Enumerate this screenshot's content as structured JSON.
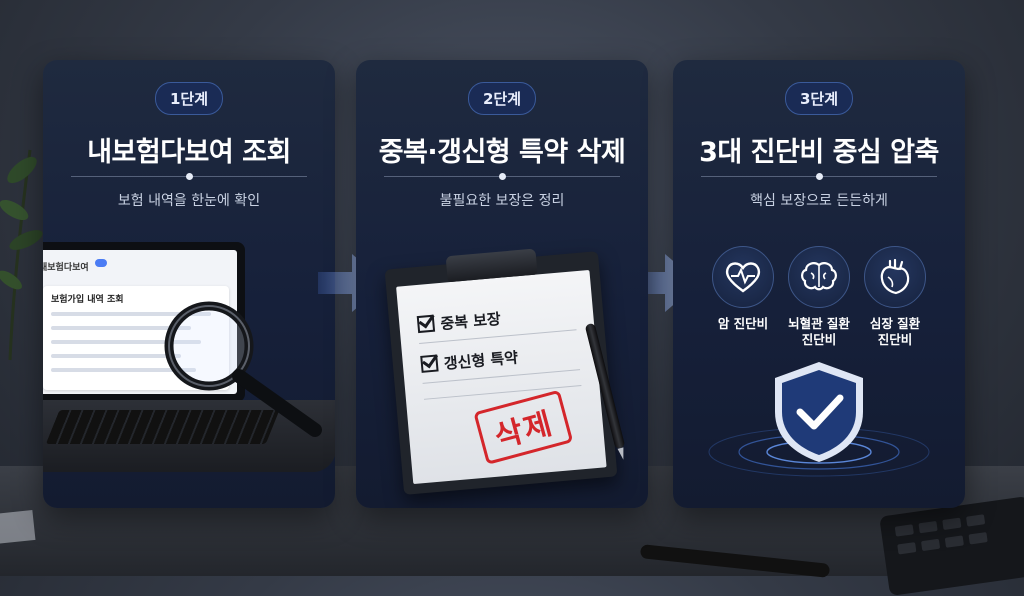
{
  "steps": [
    {
      "badge": "1단계",
      "title": "내보험다보여 조회",
      "subtitle": "보험 내역을 한눈에 확인",
      "laptop": {
        "app_header": "내보험다보여",
        "screen_title": "보험가입 내역 조회"
      }
    },
    {
      "badge": "2단계",
      "title": "중복·갱신형 특약 삭제",
      "subtitle": "불필요한 보장은 정리",
      "checklist": [
        "중복 보장",
        "갱신형 특약"
      ],
      "stamp": "삭제"
    },
    {
      "badge": "3단계",
      "title": "3대 진단비 중심 압축",
      "subtitle": "핵심 보장으로 든든하게",
      "items": [
        {
          "icon": "heart-icon",
          "line1": "암 진단비",
          "line2": ""
        },
        {
          "icon": "brain-icon",
          "line1": "뇌혈관 질환",
          "line2": "진단비"
        },
        {
          "icon": "heart-organ-icon",
          "line1": "심장 질환",
          "line2": "진단비"
        }
      ]
    }
  ],
  "colors": {
    "accent": "#4b7cf4",
    "stamp": "#d4262b",
    "card_bg": "#1a2440",
    "badge_bg": "#1a2b55"
  }
}
